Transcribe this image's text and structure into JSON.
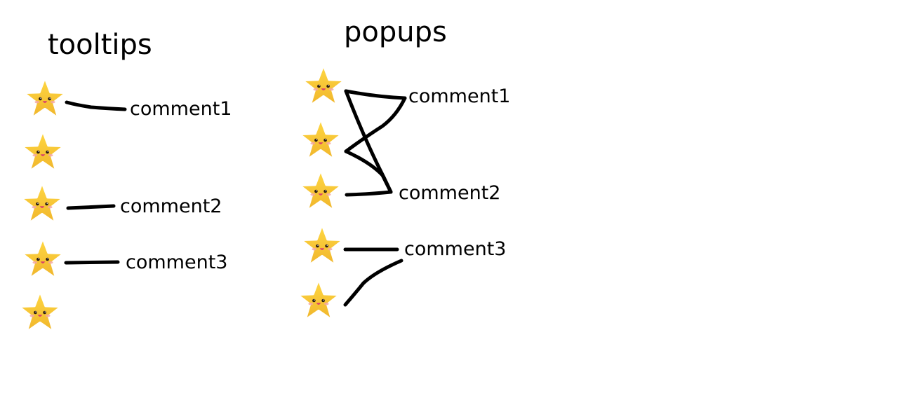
{
  "sections": {
    "tooltips": {
      "title": "tooltips",
      "comments": [
        "comment1",
        "comment2",
        "comment3"
      ]
    },
    "popups": {
      "title": "popups",
      "comments": [
        "comment1",
        "comment2",
        "comment3"
      ]
    }
  },
  "colors": {
    "star_fill": "#f6c832",
    "star_outline": "#ffffff",
    "blush": "#f3a7a0",
    "mouth": "#d9406a",
    "line": "#000000"
  },
  "icons": {
    "star": "smiling-star-icon"
  }
}
